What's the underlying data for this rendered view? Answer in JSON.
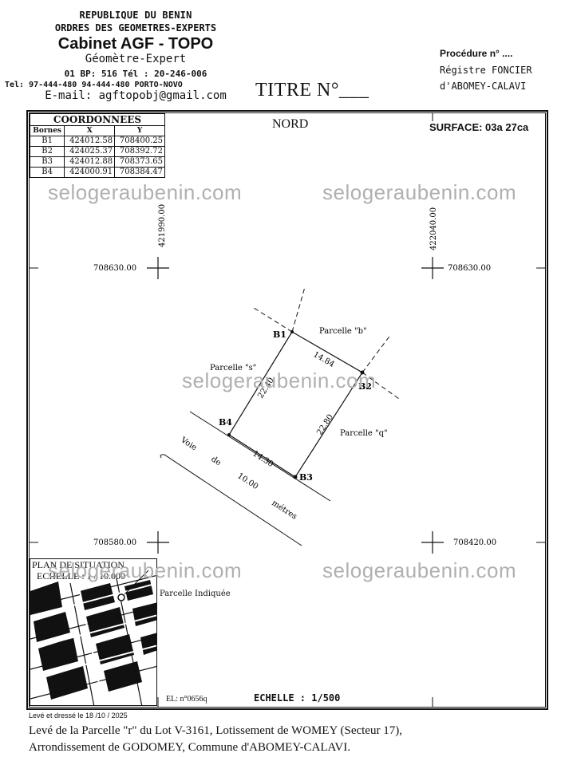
{
  "header": {
    "country": "REPUBLIQUE DU BENIN",
    "order": "ORDRES DES GEOMETRES-EXPERTS",
    "cabinet": "Cabinet AGF - TOPO",
    "role": "Géomètre-Expert",
    "bp": "01 BP: 516 Tél : 20-246-006",
    "tel": "Tel: 97-444-480 94-444-480 PORTO-NOVO",
    "email": "E-mail: agftopobj@gmail.com"
  },
  "titre": "TITRE N°___",
  "procedure": {
    "number": "Procédure n° ....",
    "registre": "Régistre FONCIER",
    "commune": "d'ABOMEY-CALAVI"
  },
  "coordinates": {
    "caption": "COORDONNEES",
    "headers": [
      "Bornes",
      "X",
      "Y"
    ],
    "rows": [
      {
        "borne": "B1",
        "x": "424012.58",
        "y": "708400.25"
      },
      {
        "borne": "B2",
        "x": "424025.37",
        "y": "708392.72"
      },
      {
        "borne": "B3",
        "x": "424012.88",
        "y": "708373.65"
      },
      {
        "borne": "B4",
        "x": "424000.91",
        "y": "708384.47"
      }
    ]
  },
  "nord": "NORD",
  "surface": "SURFACE: 03a 27ca",
  "grid": {
    "x_left": "421990.00",
    "x_right": "422040.00",
    "y_top_left": "708630.00",
    "y_top_right": "708630.00",
    "y_bottom_left": "708580.00",
    "y_bottom_right": "708420.00"
  },
  "parcel": {
    "vertices": [
      "B1",
      "B2",
      "B3",
      "B4"
    ],
    "sides": {
      "b1_b2": "14.84",
      "b2_b3": "22.80",
      "b3_b4": "14.30",
      "b4_b1": "22.40"
    },
    "neighbors": {
      "b": "Parcelle \"b\"",
      "s": "Parcelle \"s\"",
      "q": "Parcelle \"q\""
    },
    "road_words": [
      "Voie",
      "de",
      "10.00",
      "métres"
    ]
  },
  "watermark": "selogeraubenin.com",
  "situation": {
    "title": "PLAN DE SITUATION",
    "scale": "ECHELLE : 1 / 10.000",
    "indicated": "Parcelle Indiquée"
  },
  "footer": {
    "el": "EL: n°0656q",
    "echelle": "ECHELLE : 1/500",
    "leve": "Levé et dressé le 18 /10 / 2025",
    "description_line1": "Levé de la Parcelle \"r\"  du Lot V-3161, Lotissement de WOMEY (Secteur 17),",
    "description_line2": "Arrondissement de GODOMEY, Commune d'ABOMEY-CALAVI."
  }
}
